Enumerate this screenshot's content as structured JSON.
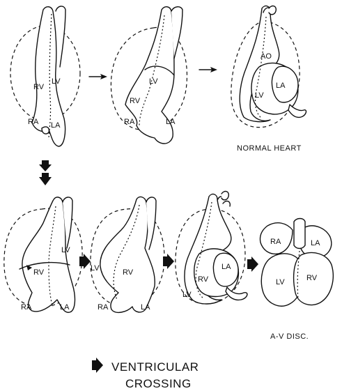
{
  "labels": {
    "s1": {
      "rv": "RV",
      "lv": "LV",
      "ra": "RA",
      "la": "LA"
    },
    "s2": {
      "lv": "LV",
      "rv": "RV",
      "ra": "RA",
      "la": "LA"
    },
    "s3": {
      "ao": "AO",
      "lv": "LV",
      "la": "LA"
    },
    "s4": {
      "rv": "RV",
      "lv": "LV",
      "ra": "RA",
      "la": "LA"
    },
    "s5": {
      "lv": "LV",
      "rv": "RV",
      "ra": "RA",
      "la": "LA"
    },
    "s6": {
      "rv": "RV",
      "la": "LA",
      "lv": "LV"
    },
    "s7": {
      "ra": "RA",
      "la": "LA",
      "lv": "LV",
      "rv": "RV"
    }
  },
  "captions": {
    "normal_heart": "NORMAL HEART",
    "av_disc": "A-V DISC."
  },
  "legend": {
    "line1": "VENTRICULAR",
    "line2": "CROSSING"
  }
}
